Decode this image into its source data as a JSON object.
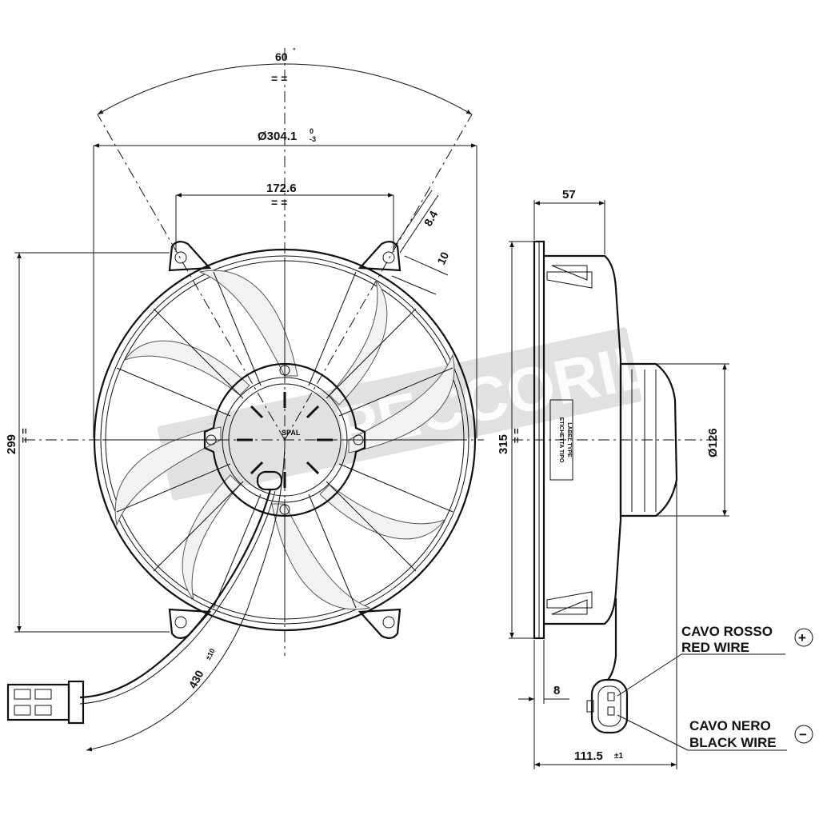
{
  "dimensions": {
    "angle": "60",
    "angle_unit": "°",
    "diameter_outer": "Ø304.1",
    "diameter_tol_upper": "0",
    "diameter_tol_lower": "-3",
    "hole_spacing": "172.6",
    "slot_width": "8.4",
    "slot_length": "10",
    "height_mount": "299",
    "height_total": "315",
    "depth_top": "57",
    "flange_thickness": "8",
    "depth_total": "111.5",
    "depth_total_tol": "±1",
    "motor_diameter": "Ø126",
    "cable_length": "430",
    "cable_length_tol": "±10"
  },
  "labels": {
    "red_wire_it": "CAVO ROSSO",
    "red_wire_en": "RED WIRE",
    "black_wire_it": "CAVO NERO",
    "black_wire_en": "BLACK WIRE",
    "plus_symbol": "+",
    "minus_symbol": "−",
    "label_tag_line1": "ETICHETTA TIPO",
    "label_tag_line2": "LABEL TYPE",
    "hub_brand": "SPAL",
    "watermark": "PECCORILL"
  }
}
